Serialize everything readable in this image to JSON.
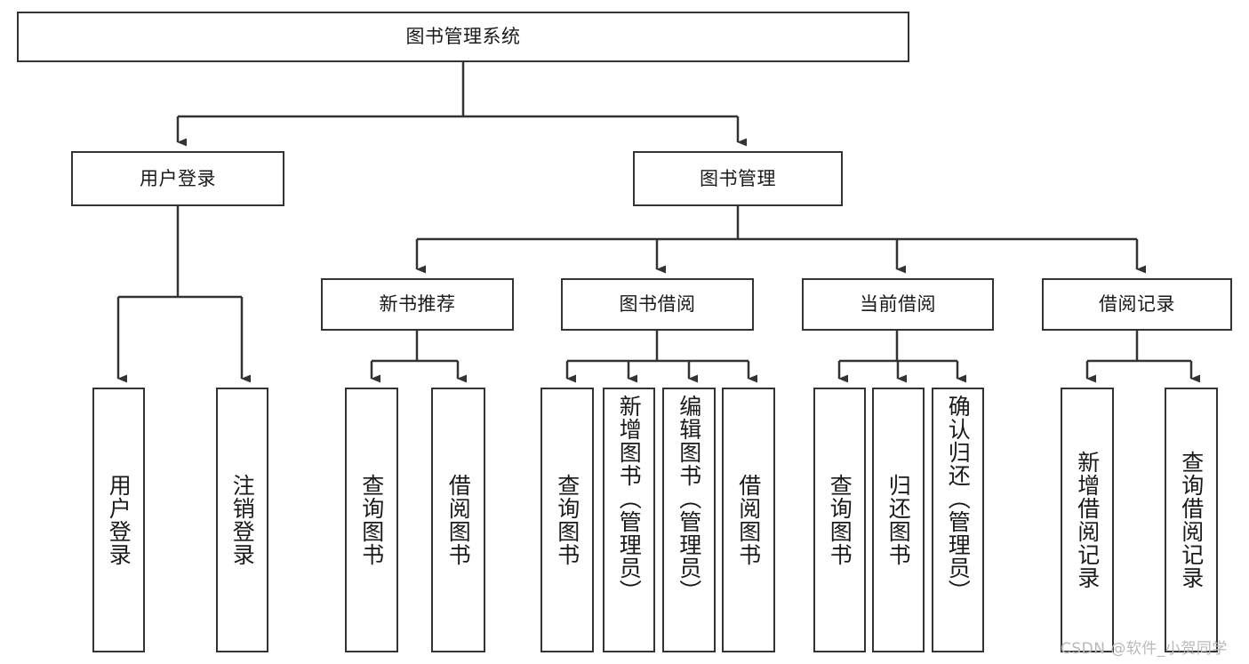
{
  "diagram": {
    "title": "图书管理系统",
    "type": "functional-structure-tree",
    "root": {
      "id": "root",
      "label": "图书管理系统"
    },
    "level2": [
      {
        "id": "user-login",
        "label": "用户登录"
      },
      {
        "id": "book-manage",
        "label": "图书管理"
      }
    ],
    "level3": [
      {
        "id": "new-book-recommend",
        "label": "新书推荐",
        "parent": "book-manage"
      },
      {
        "id": "book-borrow",
        "label": "图书借阅",
        "parent": "book-manage"
      },
      {
        "id": "current-borrow",
        "label": "当前借阅",
        "parent": "book-manage"
      },
      {
        "id": "borrow-record",
        "label": "借阅记录",
        "parent": "book-manage"
      }
    ],
    "leaves": [
      {
        "id": "leaf-user-login",
        "label": "用户登录",
        "parent": "user-login"
      },
      {
        "id": "leaf-user-logout",
        "label": "注销登录",
        "parent": "user-login"
      },
      {
        "id": "leaf-query-book-1",
        "label": "查询图书",
        "parent": "new-book-recommend"
      },
      {
        "id": "leaf-borrow-book-1",
        "label": "借阅图书",
        "parent": "new-book-recommend"
      },
      {
        "id": "leaf-query-book-2",
        "label": "查询图书",
        "parent": "book-borrow"
      },
      {
        "id": "leaf-add-book",
        "label": "新增图书（管理员）",
        "parent": "book-borrow"
      },
      {
        "id": "leaf-edit-book",
        "label": "编辑图书（管理员）",
        "parent": "book-borrow"
      },
      {
        "id": "leaf-borrow-book-2",
        "label": "借阅图书",
        "parent": "book-borrow"
      },
      {
        "id": "leaf-query-book-3",
        "label": "查询图书",
        "parent": "current-borrow"
      },
      {
        "id": "leaf-return-book",
        "label": "归还图书",
        "parent": "current-borrow"
      },
      {
        "id": "leaf-confirm-return",
        "label": "确认归还（管理员）",
        "parent": "current-borrow"
      },
      {
        "id": "leaf-add-record",
        "label": "新增借阅记录",
        "parent": "borrow-record"
      },
      {
        "id": "leaf-query-record",
        "label": "查询借阅记录",
        "parent": "borrow-record"
      }
    ],
    "watermark": "CSDN @软件_小贺同学",
    "colors": {
      "border": "#333333",
      "background": "#ffffff",
      "text": "#1a1a1a",
      "watermark": "#b9b9b9"
    }
  }
}
